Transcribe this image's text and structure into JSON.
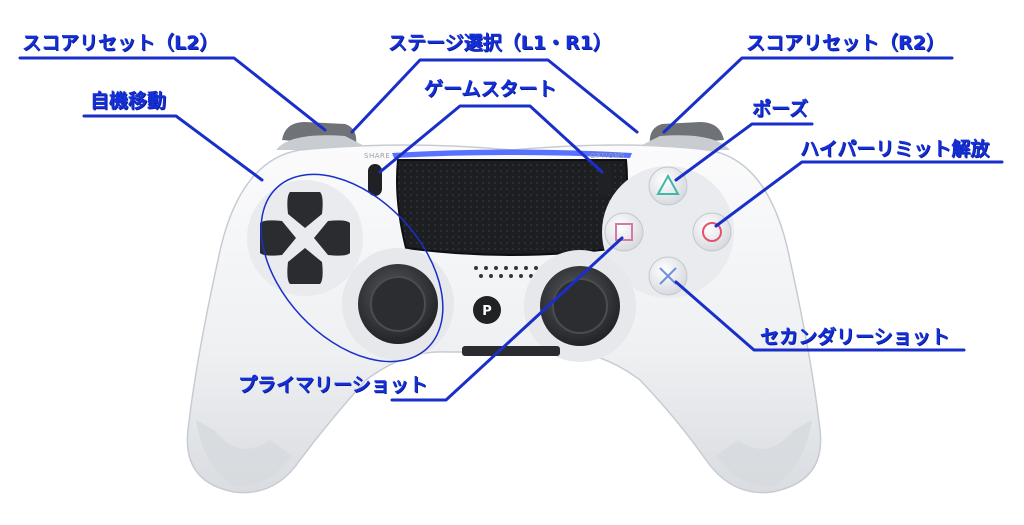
{
  "colors": {
    "label": "#1530d8",
    "leader_line": "#1a2fc9",
    "controller_body": "#f2f3f5",
    "controller_shadow": "#d5d8dd",
    "touchpad": "#1c1e22",
    "stick": "#3a3c40",
    "light_bar": "#3b59ff"
  },
  "labels": {
    "score_reset_l2": "スコアリセット（L2）",
    "stage_select": "ステージ選択（L1・R1）",
    "score_reset_r2": "スコアリセット（R2）",
    "player_move": "自機移動",
    "game_start": "ゲームスタート",
    "pause": "ポーズ",
    "hyper_limit_release": "ハイパーリミット解放",
    "secondary_shot": "セカンダリーショット",
    "primary_shot": "プライマリーショット"
  },
  "device": {
    "share_caption": "SHARE",
    "options_caption": "OPTIONS",
    "icons": [
      "triangle-icon",
      "circle-icon",
      "cross-icon",
      "square-icon",
      "playstation-logo-icon"
    ]
  }
}
